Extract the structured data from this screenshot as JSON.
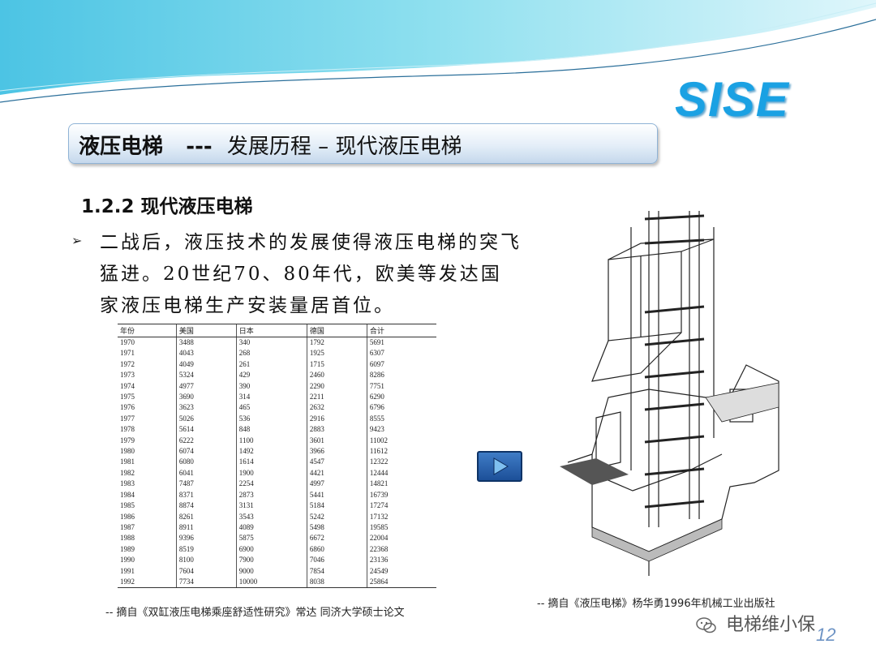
{
  "header": {
    "logo": "SISE"
  },
  "title": {
    "main": "液压电梯",
    "separator": "---",
    "sub": "发展历程 – 现代液压电梯"
  },
  "section": {
    "heading": "1.2.2 现代液压电梯"
  },
  "content": {
    "bullet_symbol": "➢",
    "paragraph": "二战后，液压技术的发展使得液压电梯的突飞猛进。20世纪70、80年代，欧美等发达国家液压电梯生产安装量居首位。"
  },
  "table": {
    "headers": [
      "年份",
      "美国",
      "日本",
      "德国",
      "合计"
    ],
    "rows": [
      [
        "1970",
        "3488",
        "340",
        "1792",
        "5691"
      ],
      [
        "1971",
        "4043",
        "268",
        "1925",
        "6307"
      ],
      [
        "1972",
        "4049",
        "261",
        "1715",
        "6097"
      ],
      [
        "1973",
        "5324",
        "429",
        "2460",
        "8286"
      ],
      [
        "1974",
        "4977",
        "390",
        "2290",
        "7751"
      ],
      [
        "1975",
        "3690",
        "314",
        "2211",
        "6290"
      ],
      [
        "1976",
        "3623",
        "465",
        "2632",
        "6796"
      ],
      [
        "1977",
        "5026",
        "536",
        "2916",
        "8555"
      ],
      [
        "1978",
        "5614",
        "848",
        "2883",
        "9423"
      ],
      [
        "1979",
        "6222",
        "1100",
        "3601",
        "11002"
      ],
      [
        "1980",
        "6074",
        "1492",
        "3966",
        "11612"
      ],
      [
        "1981",
        "6080",
        "1614",
        "4547",
        "12322"
      ],
      [
        "1982",
        "6041",
        "1900",
        "4421",
        "12444"
      ],
      [
        "1983",
        "7487",
        "2254",
        "4997",
        "14821"
      ],
      [
        "1984",
        "8371",
        "2873",
        "5441",
        "16739"
      ],
      [
        "1985",
        "8874",
        "3131",
        "5184",
        "17274"
      ],
      [
        "1986",
        "8261",
        "3543",
        "5242",
        "17132"
      ],
      [
        "1987",
        "8911",
        "4089",
        "5498",
        "19585"
      ],
      [
        "1988",
        "9396",
        "5875",
        "6672",
        "22004"
      ],
      [
        "1989",
        "8519",
        "6900",
        "6860",
        "22368"
      ],
      [
        "1990",
        "8100",
        "7900",
        "7046",
        "23136"
      ],
      [
        "1991",
        "7604",
        "9000",
        "7854",
        "24549"
      ],
      [
        "1992",
        "7734",
        "10000",
        "8038",
        "25864"
      ]
    ]
  },
  "captions": {
    "left": "-- 摘自《双缸液压电梯乘座舒适性研究》常达 同济大学硕士论文",
    "right": "-- 摘自《液压电梯》杨华勇1996年机械工业出版社"
  },
  "play_button": {
    "icon": "play-icon"
  },
  "watermark": {
    "text": "电梯维小保",
    "icon": "wechat-icon"
  },
  "page_number": "12"
}
